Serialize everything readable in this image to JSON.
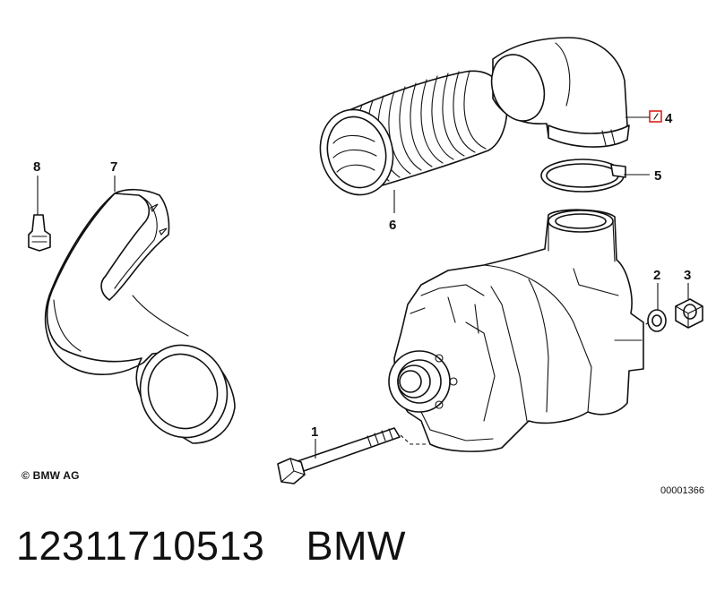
{
  "diagram": {
    "callouts": [
      {
        "id": "1",
        "label": "1"
      },
      {
        "id": "2",
        "label": "2"
      },
      {
        "id": "3",
        "label": "3"
      },
      {
        "id": "4",
        "label": "4"
      },
      {
        "id": "5",
        "label": "5"
      },
      {
        "id": "6",
        "label": "6"
      },
      {
        "id": "7",
        "label": "7"
      },
      {
        "id": "8",
        "label": "8"
      }
    ],
    "copyright": "© BMW AG",
    "doc_id": "00001366",
    "highlight_color": "#e0201b"
  },
  "footer": {
    "part_number": "12311710513",
    "brand": "BMW"
  }
}
